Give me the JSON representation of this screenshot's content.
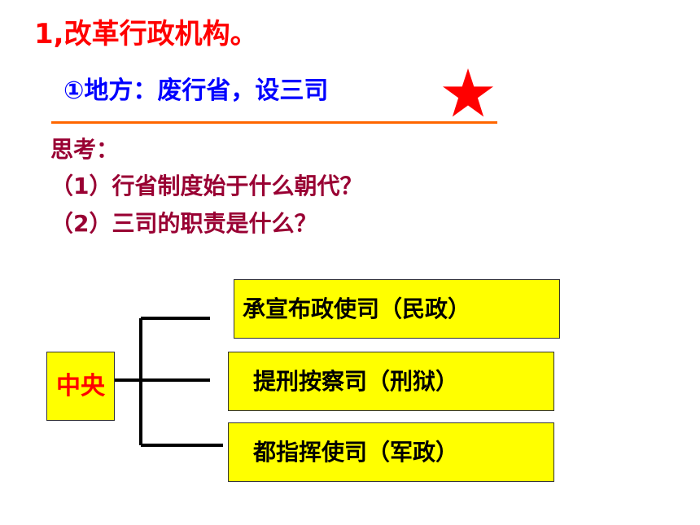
{
  "heading": {
    "title": "1,改革行政机构。",
    "subtitle": "①地方：废行省，设三司"
  },
  "questions": {
    "label": "思考：",
    "items": [
      "（1）行省制度始于什么朝代？",
      "（2）三司的职责是什么？"
    ]
  },
  "diagram": {
    "root": "中央",
    "branches": [
      "承宣布政使司（民政）",
      "提刑按察司（刑狱）",
      "都指挥使司（军政）"
    ]
  },
  "colors": {
    "title": "#ff0000",
    "subtitle": "#0000ff",
    "questions": "#990033",
    "box_fill": "#ffff00",
    "rule": "#ff6600",
    "star": "#ff0000"
  }
}
